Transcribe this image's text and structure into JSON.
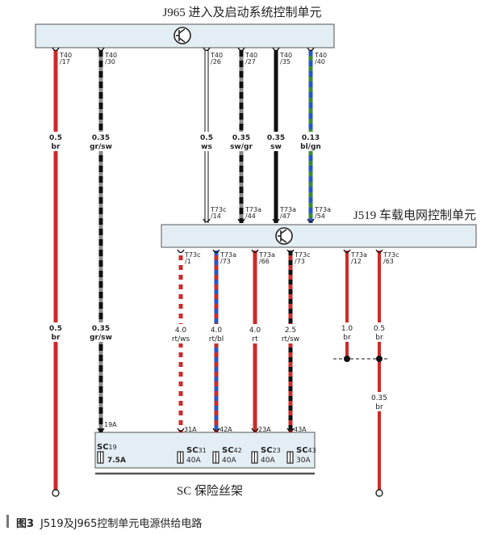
{
  "title_j965": "J965 进入及启动系统控制单元",
  "title_j519": "J519 车载电网控制单元",
  "title_sc": "SC 保险丝架",
  "caption_fig": "图3",
  "caption_text": "J519及J965控制单元电源供给电路",
  "colors": {
    "module_fill": "#e3eef4",
    "module_stroke": "#555555",
    "red": "#cc2b2b",
    "blue": "#2a55c6",
    "green": "#3a8a3a",
    "black": "#111111",
    "gray": "#888888",
    "brown": "#5a2a10"
  },
  "j965_pins": [
    {
      "pin": "T40",
      "num": "/17"
    },
    {
      "pin": "T40",
      "num": "/30"
    },
    {
      "pin": "T40",
      "num": "/26"
    },
    {
      "pin": "T40",
      "num": "/27"
    },
    {
      "pin": "T40",
      "num": "/35"
    },
    {
      "pin": "T40",
      "num": "/40"
    }
  ],
  "upper_wires": [
    {
      "size": "0.5",
      "color": "br"
    },
    {
      "size": "0.35",
      "color": "gr/sw"
    },
    {
      "size": "0.5",
      "color": "ws"
    },
    {
      "size": "0.35",
      "color": "sw/gr"
    },
    {
      "size": "0.35",
      "color": "sw"
    },
    {
      "size": "0.13",
      "color": "bl/gn"
    }
  ],
  "j519_in_pins": [
    {
      "pin": "T73c",
      "num": "/14"
    },
    {
      "pin": "T73a",
      "num": "/44"
    },
    {
      "pin": "T73a",
      "num": "/47"
    },
    {
      "pin": "T73a",
      "num": "/54"
    }
  ],
  "j519_out_pins": [
    {
      "pin": "T73c",
      "num": "/1"
    },
    {
      "pin": "T73a",
      "num": "/73"
    },
    {
      "pin": "T73a",
      "num": "/66"
    },
    {
      "pin": "T73c",
      "num": "/73"
    },
    {
      "pin": "T73a",
      "num": "/12"
    },
    {
      "pin": "T73c",
      "num": "/63"
    }
  ],
  "lower_wires": [
    {
      "size": "0.5",
      "color": "br"
    },
    {
      "size": "0.35",
      "color": "gr/sw"
    },
    {
      "size": "4.0",
      "color": "rt/ws"
    },
    {
      "size": "4.0",
      "color": "rt/bl"
    },
    {
      "size": "4.0",
      "color": "rt"
    },
    {
      "size": "2.5",
      "color": "rt/sw"
    },
    {
      "size": "1.0",
      "color": "br"
    },
    {
      "size": "0.5",
      "color": "br"
    }
  ],
  "ground_wire": {
    "size": "0.35",
    "color": "br"
  },
  "sc_pins": [
    "19A",
    "31A",
    "42A",
    "23A",
    "43A"
  ],
  "fuses": [
    {
      "name": "SC",
      "sub": "19",
      "rating": "7.5A"
    },
    {
      "name": "SC",
      "sub": "31",
      "rating": "40A"
    },
    {
      "name": "SC",
      "sub": "42",
      "rating": "40A"
    },
    {
      "name": "SC",
      "sub": "23",
      "rating": "40A"
    },
    {
      "name": "SC",
      "sub": "43",
      "rating": "30A"
    }
  ]
}
